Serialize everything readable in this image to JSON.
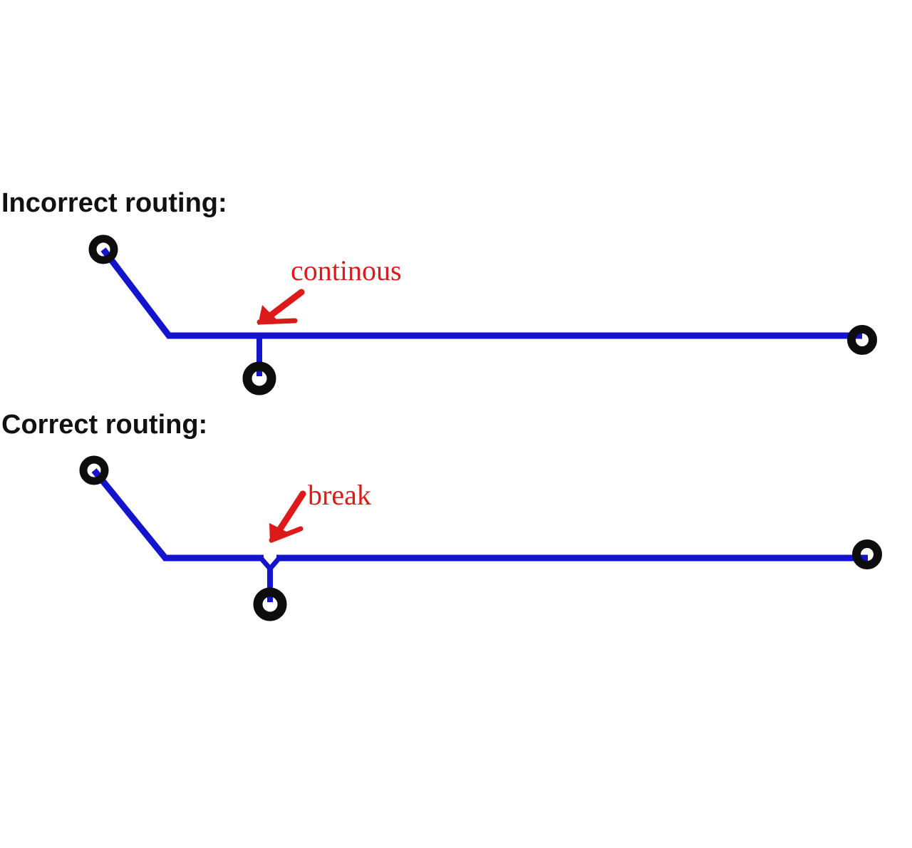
{
  "headings": {
    "incorrect": "Incorrect routing:",
    "correct": "Correct routing:"
  },
  "annotations": {
    "incorrect": "continous",
    "correct": "break"
  },
  "colors": {
    "trace": "#1414cc",
    "pad": "#0d0d0d",
    "annotation": "#dd1a1a",
    "text": "#111111",
    "background": "#ffffff"
  },
  "icons": {
    "pad": "via-pad-icon",
    "arrow": "arrow-icon"
  }
}
